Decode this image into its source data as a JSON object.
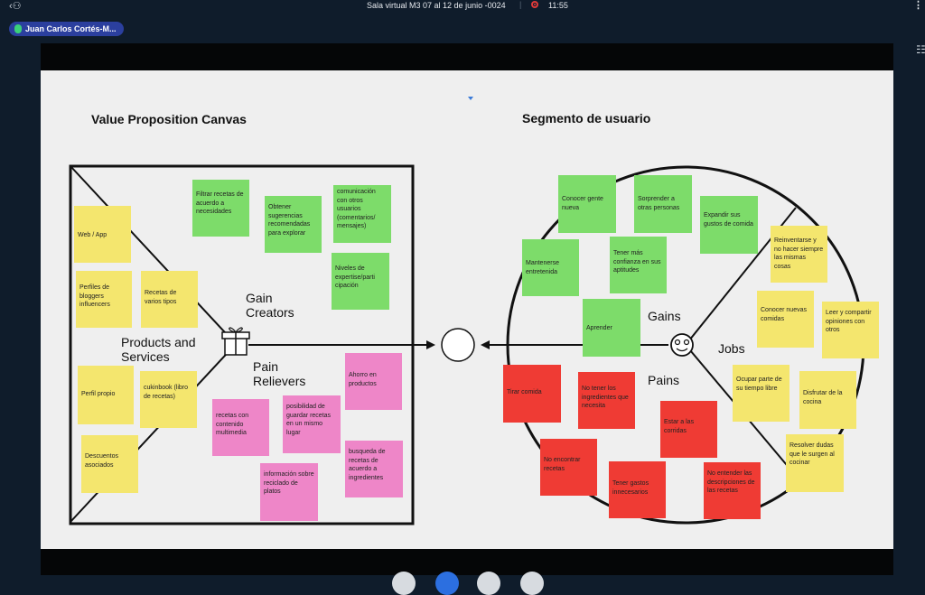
{
  "topbar": {
    "title": "Sala virtual M3 07 al 12 de junio -0024",
    "time": "11:55"
  },
  "participant": {
    "name": "Juan Carlos Cortés-M..."
  },
  "slide": {
    "vpc_title": "Value Proposition Canvas",
    "seg_title": "Segmento de usuario",
    "labels": {
      "gain_creators": "Gain\nCreators",
      "products": "Products and\nServices",
      "pain_relievers": "Pain\nRelievers",
      "gains": "Gains",
      "pains": "Pains",
      "jobs": "Jobs"
    },
    "notes": {
      "web_app": "Web / App",
      "perfiles": "Perfiles de bloggers influencers",
      "recetas_tipos": "Recetas de varios tipos",
      "perfil_propio": "Perfil propio",
      "cukinbook": "cukinbook (libro de recetas)",
      "descuentos": "Descuentos asociados",
      "filtrar": "Filtrar recetas de acuerdo a necesidades",
      "obtener": "Obtener sugerencias recomendadas para explorar",
      "comunicacion": "comunicación con otros usuarios (comentarios/ mensajes)",
      "niveles": "Niveles de expertise/parti cipación",
      "ahorro": "Ahorro en productos",
      "multimedia": "recetas con contenido multimedia",
      "guardar": "posibilidad de guardar recetas en un mismo lugar",
      "busqueda": "busqueda de recetas de acuerdo a ingredientes",
      "reciclado": "información sobre reciclado de platos",
      "conocer_gente": "Conocer gente nueva",
      "sorprender": "Sorprender a otras personas",
      "expandir": "Expandir sus gustos de comida",
      "mantenerse": "Mantenerse entretenida",
      "confianza": "Tener más confianza en sus aptitudes",
      "aprender": "Aprender",
      "reinventarse": "Reinventarse y no hacer siempre las mismas cosas",
      "conocer_comidas": "Conocer nuevas comidas",
      "leer": "Leer y compartir opiniones con otros",
      "ocupar": "Ocupar parte de su tiempo libre",
      "disfrutar": "Disfrutar de la cocina",
      "resolver": "Resolver dudas que le surgen al cocinar",
      "tirar": "Tirar comida",
      "no_tener": "No tener los ingredientes que necesita",
      "apuro": "Estar a las corridas",
      "no_encontrar": "No encontrar recetas",
      "gastos": "Tener gastos innecesarios",
      "no_entender": "No entender las descripciones de las recetas"
    }
  },
  "colors": {
    "yellow": "#f4e66e",
    "green": "#7ddc6a",
    "pink": "#ee86c8",
    "red": "#ef3b34"
  }
}
